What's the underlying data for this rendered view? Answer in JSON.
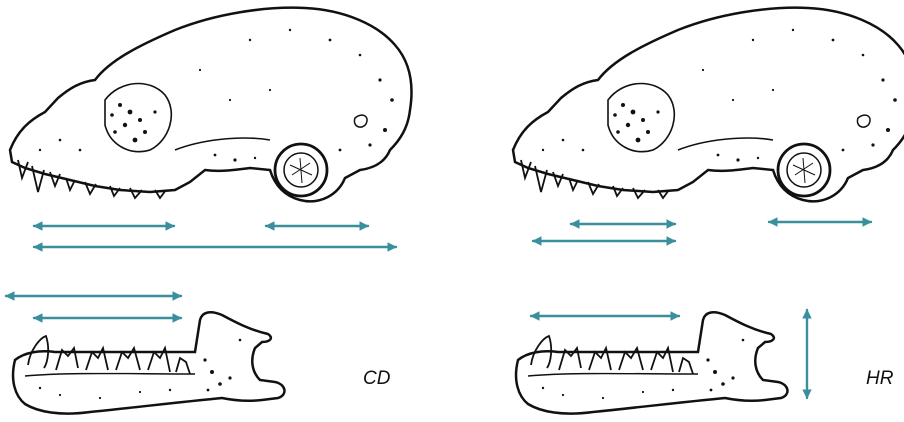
{
  "panels": [
    {
      "id": "left",
      "label": "CD"
    },
    {
      "id": "right",
      "label": "HR"
    }
  ],
  "colors": {
    "arrow": "#3a8f9c",
    "ink": "#111111",
    "bone": "#ffffff"
  },
  "icons": [
    "skull-drawing",
    "mandible-drawing",
    "double-headed-arrow"
  ]
}
